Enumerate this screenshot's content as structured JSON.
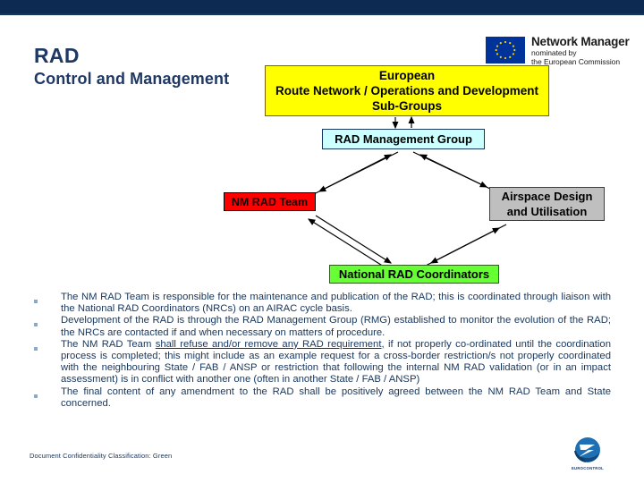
{
  "slide": {
    "title_line1": "RAD",
    "title_line2": "Control and Management"
  },
  "branding": {
    "nm_title": "Network Manager",
    "nm_sub1": "nominated by",
    "nm_sub2": "the European Commission",
    "eu_flag_icon": "eu-flag-icon",
    "eurocontrol_name": "EUROCONTROL",
    "eurocontrol_icon": "eurocontrol-logo-icon",
    "navy": "#0d2b52",
    "title_color": "#1f3864"
  },
  "diagram": {
    "nodes": {
      "subgroups": {
        "line1": "European",
        "line2": "Route Network / Operations and Development",
        "line3": "Sub-Groups",
        "fill": "#ffff00"
      },
      "rmg": {
        "label": "RAD Management Group",
        "fill": "#ccffff"
      },
      "nm_rad_team": {
        "label": "NM RAD Team",
        "fill": "#ff0000"
      },
      "airspace": {
        "line1": "Airspace Design",
        "line2": "and Utilisation",
        "fill": "#bfbfbf"
      },
      "nrc": {
        "label": "National RAD Coordinators",
        "fill": "#66ff33"
      }
    }
  },
  "bullets": [
    {
      "parts": [
        {
          "text": "The NM RAD Team is responsible for the maintenance and publication of the RAD; this is coordinated through liaison with the National RAD Coordinators (NRCs) on an AIRAC cycle basis.",
          "underline": false
        }
      ]
    },
    {
      "parts": [
        {
          "text": "Development of the RAD is through the RAD Management Group (RMG) established to monitor the evolution of the RAD; the NRCs are contacted if and when necessary on matters of procedure.",
          "underline": false
        }
      ]
    },
    {
      "parts": [
        {
          "text": "The NM RAD Team ",
          "underline": false
        },
        {
          "text": "shall refuse and/or remove any RAD requirement,",
          "underline": true
        },
        {
          "text": " if not properly co-ordinated until the coordination process is completed; this might include as an example request for a cross-border restriction/s not properly coordinated with the neighbouring State / FAB / ANSP or restriction that following the internal NM RAD validation (or in an impact assessment) is in conflict with another one (often in another State / FAB / ANSP)",
          "underline": false
        }
      ]
    },
    {
      "parts": [
        {
          "text": "The final content of any amendment to the RAD shall be positively agreed between the NM RAD Team and State concerned.",
          "underline": false
        }
      ]
    }
  ],
  "footer": {
    "confidentiality": "Document Confidentiality Classification: Green"
  }
}
